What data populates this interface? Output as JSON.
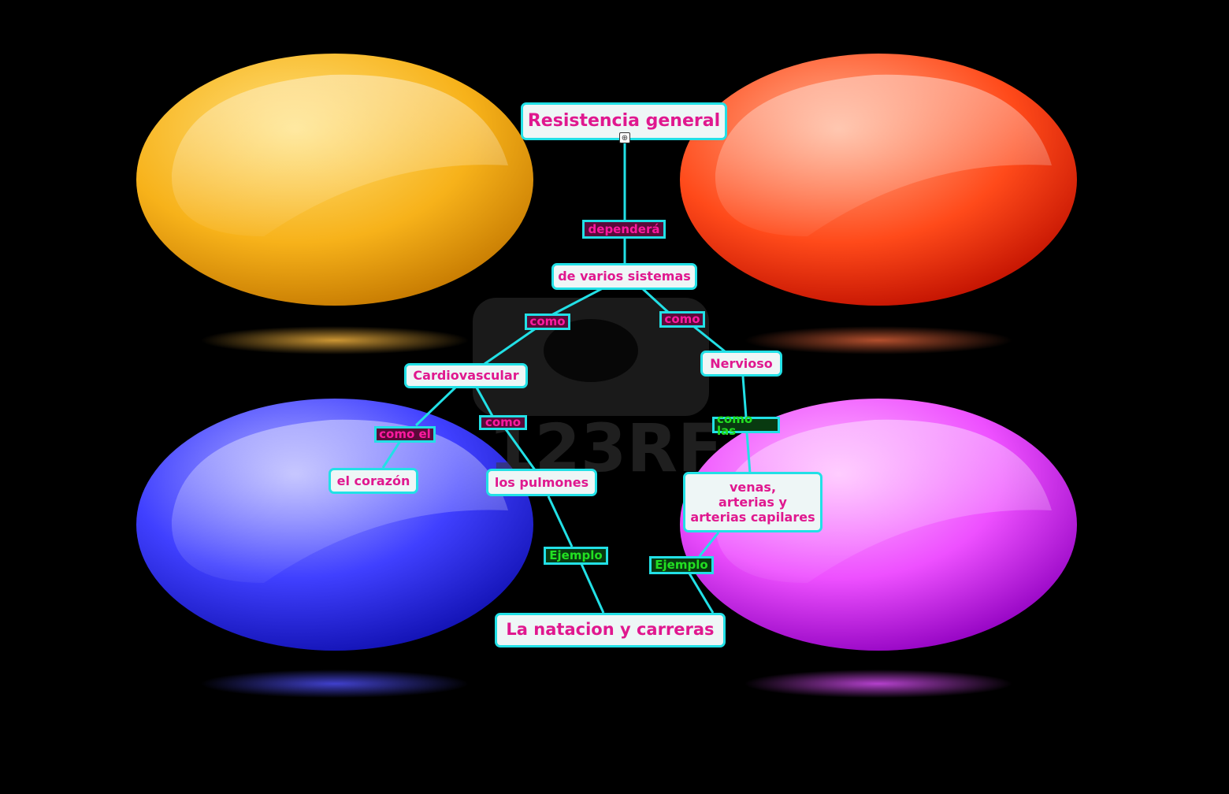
{
  "concept_map": {
    "nodes": {
      "root": "Resistencia general",
      "sistemas": "de varios sistemas",
      "cardio": "Cardiovascular",
      "nervioso": "Nervioso",
      "corazon": "el corazón",
      "pulmones": "los pulmones",
      "venas": "venas,\narterias y\narterias capilares",
      "natacion": "La natacion y carreras"
    },
    "links": {
      "dependera": "dependerá",
      "como_left": "como",
      "como_right": "como",
      "como_el": "como el",
      "como_mid": "como",
      "como_las": "como las",
      "ejemplo_left": "Ejemplo",
      "ejemplo_right": "Ejemplo"
    },
    "watermark": "123RF",
    "colors": {
      "node_border": "#22e0e6",
      "node_text": "#e0188f",
      "link_pink": "#ff1aa0",
      "link_green": "#22e022",
      "orb_yellow": "#f7b21a",
      "orb_red": "#ff3a1a",
      "orb_blue": "#2f2cff",
      "orb_magenta": "#e23cff"
    }
  }
}
